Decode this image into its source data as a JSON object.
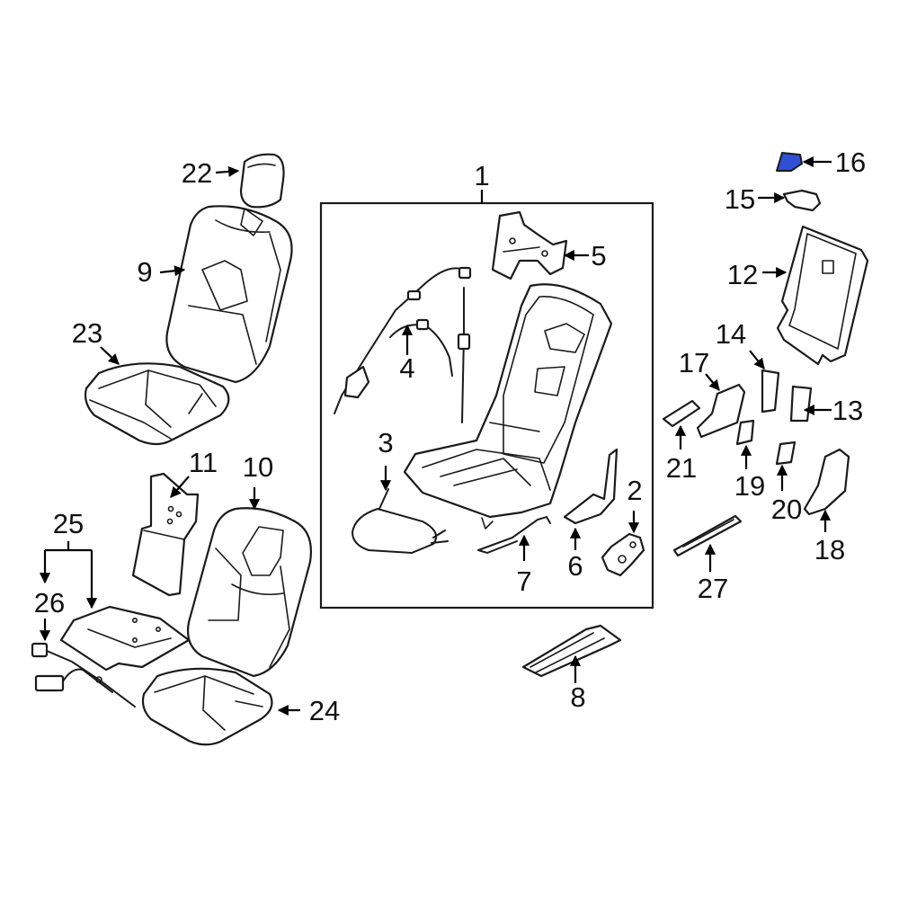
{
  "diagram": {
    "subject": "seat-assembly-exploded-view",
    "highlight_color": "#2f4fd6",
    "line_color": "#1a1a1a",
    "callouts": {
      "c1": "1",
      "c2": "2",
      "c3": "3",
      "c4": "4",
      "c5": "5",
      "c6": "6",
      "c7": "7",
      "c8": "8",
      "c9": "9",
      "c10": "10",
      "c11": "11",
      "c12": "12",
      "c13": "13",
      "c14": "14",
      "c15": "15",
      "c16": "16",
      "c17": "17",
      "c18": "18",
      "c19": "19",
      "c20": "20",
      "c21": "21",
      "c22": "22",
      "c23": "23",
      "c24": "24",
      "c25": "25",
      "c26": "26",
      "c27": "27"
    }
  }
}
